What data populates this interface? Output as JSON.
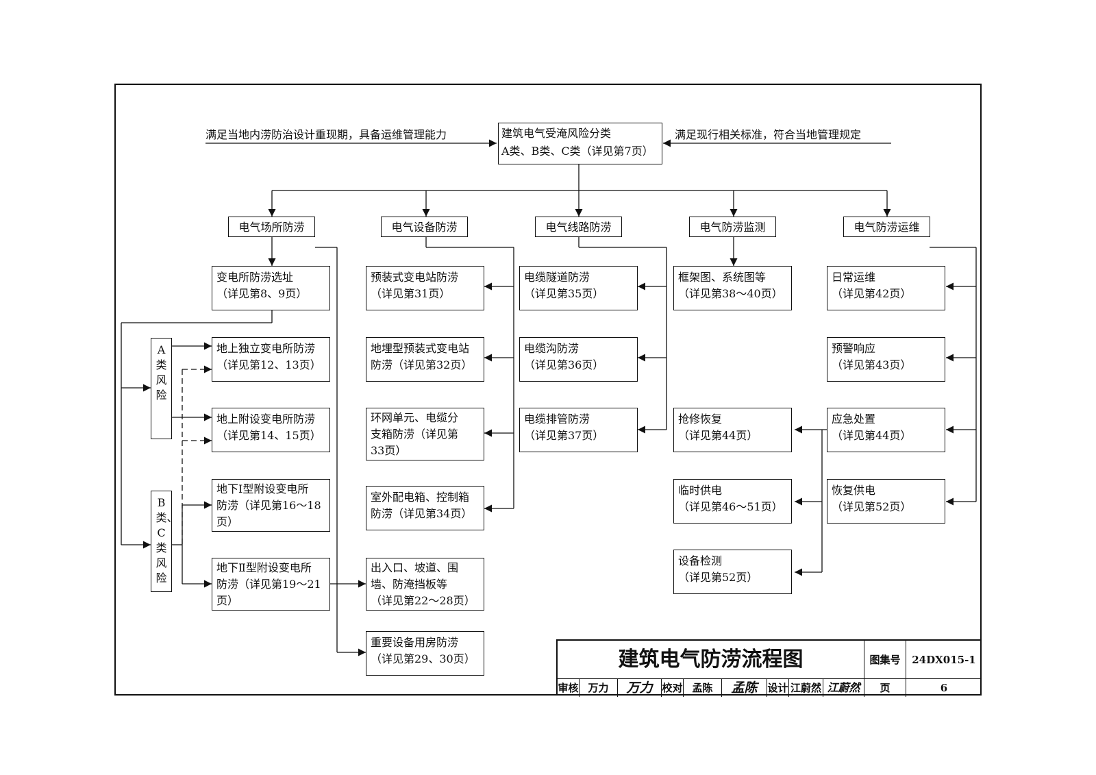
{
  "root": {
    "line1": "建筑电气受淹风险分类",
    "line2": "A类、B类、C类（详见第7页）"
  },
  "notes": {
    "left": "满足当地内涝防治设计重现期，具备运维管理能力",
    "right": "满足现行相关标准，符合当地管理规定"
  },
  "categories": [
    "电气场所防涝",
    "电气设备防涝",
    "电气线路防涝",
    "电气防涝监测",
    "电气防涝运维"
  ],
  "risk_labels": {
    "a": "A类风险",
    "bc": "B类、C类风险"
  },
  "col1": [
    "变电所防涝选址\n（详见第8、9页）",
    "地上独立变电所防涝\n（详见第12、13页）",
    "地上附设变电所防涝\n（详见第14、15页）",
    "地下Ⅰ型附设变电所\n防涝（详见第16～18\n页）",
    "地下Ⅱ型附设变电所\n防涝（详见第19～21\n页）"
  ],
  "col2": [
    "预装式变电站防涝\n（详见第31页）",
    "地埋型预装式变电站\n防涝（详见第32页）",
    "环网单元、电缆分\n支箱防涝（详见第\n33页）",
    "室外配电箱、控制箱\n防涝（详见第34页）",
    "出入口、坡道、围\n墙、防淹挡板等\n（详见第22～28页）",
    "重要设备用房防涝\n（详见第29、30页）"
  ],
  "col3": [
    "电缆隧道防涝\n（详见第35页）",
    "电缆沟防涝\n（详见第36页）",
    "电缆排管防涝\n（详见第37页）"
  ],
  "col4": [
    "框架图、系统图等\n（详见第38～40页）",
    "抢修恢复\n（详见第44页）",
    "临时供电\n（详见第46～51页）",
    "设备检测\n（详见第52页）"
  ],
  "col5": [
    "日常运维\n（详见第42页）",
    "预警响应\n（详见第43页）",
    "应急处置\n（详见第44页）",
    "恢复供电\n（详见第52页）"
  ],
  "title_block": {
    "title": "建筑电气防涝流程图",
    "atlas_label": "图集号",
    "atlas_no": "24DX015-1",
    "page_label": "页",
    "page_no": "6",
    "review_label": "审核",
    "reviewer": "万力",
    "reviewer_sig": "万力",
    "check_label": "校对",
    "checker": "孟陈",
    "checker_sig": "孟陈",
    "design_label": "设计",
    "designer": "江蔚然",
    "designer_sig": "江蔚然"
  }
}
